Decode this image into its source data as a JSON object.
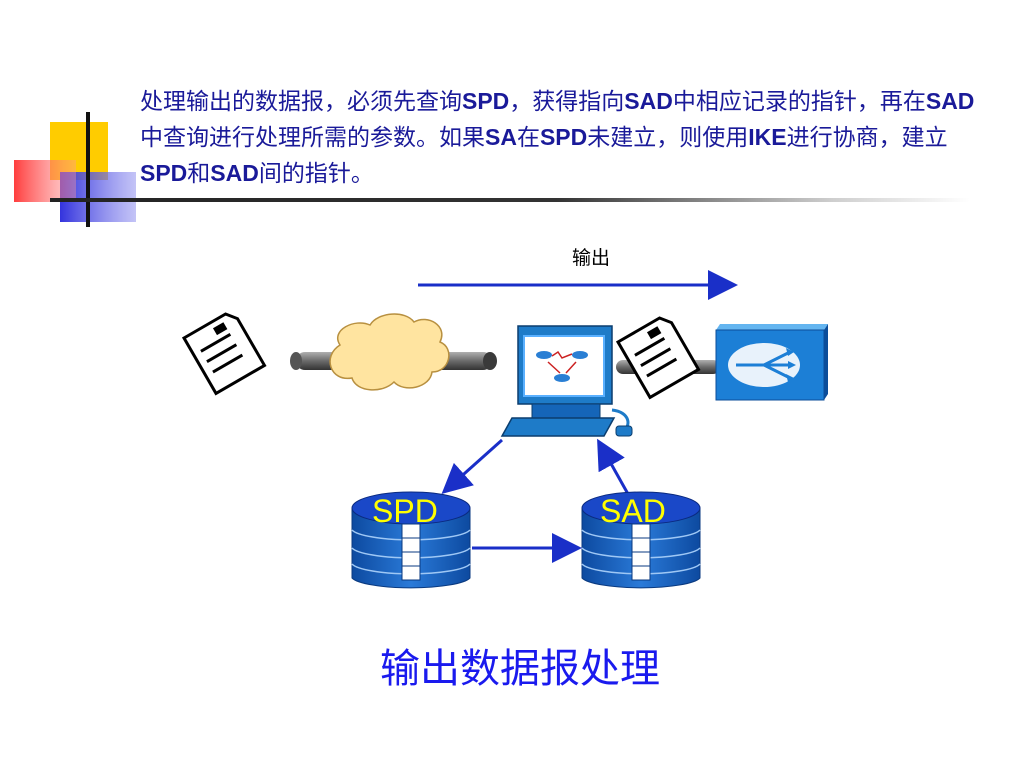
{
  "header": {
    "paragraph_segments": [
      {
        "text": "处理输出的数据报，必须先查询",
        "bold": false
      },
      {
        "text": "SPD",
        "bold": true
      },
      {
        "text": "，获得指向",
        "bold": false
      },
      {
        "text": "SAD",
        "bold": true
      },
      {
        "text": "中相应记录的指针，再在",
        "bold": false
      },
      {
        "text": "SAD",
        "bold": true
      },
      {
        "text": "中查询进行处理所需的参数。如果",
        "bold": false
      },
      {
        "text": "SA",
        "bold": true
      },
      {
        "text": "在",
        "bold": false
      },
      {
        "text": "SPD",
        "bold": true
      },
      {
        "text": "未建立，则使用",
        "bold": false
      },
      {
        "text": "IKE",
        "bold": true
      },
      {
        "text": "进行协商，建立",
        "bold": false
      },
      {
        "text": "SPD",
        "bold": true
      },
      {
        "text": "和",
        "bold": false
      },
      {
        "text": "SAD",
        "bold": true
      },
      {
        "text": "间的指针。",
        "bold": false
      }
    ]
  },
  "diagram": {
    "direction_label": "输出",
    "databases": {
      "spd_label": "SPD",
      "sad_label": "SAD"
    },
    "icons": [
      "document-icon",
      "cloud-icon",
      "workstation-icon",
      "document-icon",
      "network-switch-icon"
    ],
    "colors": {
      "text_blue": "#1a1a99",
      "caption_blue": "#1a1aee",
      "arrow_blue": "#1a2fc8",
      "db_blue": "#1560c0",
      "db_label": "#ffff00",
      "cloud": "#ffe4a0"
    }
  },
  "caption": "输出数据报处理"
}
